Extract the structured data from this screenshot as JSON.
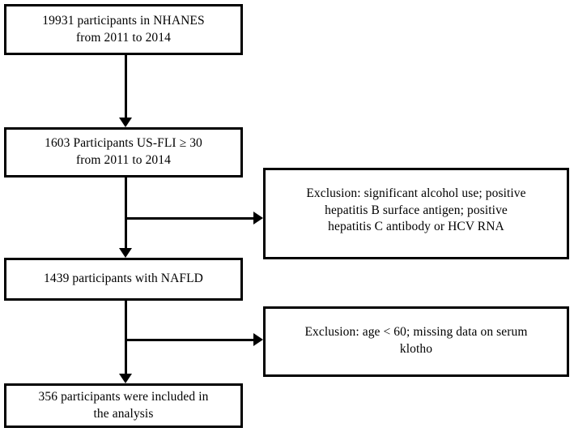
{
  "figure": {
    "kind": "participant-flow-diagram",
    "background_color": "#ffffff",
    "line_color": "#000000",
    "text_color": "#000000"
  },
  "main_nodes": [
    {
      "id": "enrolled",
      "text": "19931 participants in NHANES\nfrom 2011 to 2014",
      "count": 19931
    },
    {
      "id": "usfli",
      "text": "1603 Participants US-FLI ≥ 30\nfrom 2011 to 2014",
      "count": 1603
    },
    {
      "id": "nafld",
      "text": "1439 participants with NAFLD",
      "count": 1439
    },
    {
      "id": "analyzed",
      "text": "356 participants were included in\nthe analysis",
      "count": 356
    }
  ],
  "exclusion_nodes": [
    {
      "id": "exclusion-1",
      "text": "Exclusion: significant alcohol use; positive\nhepatitis B surface antigen; positive\nhepatitis C antibody or HCV RNA"
    },
    {
      "id": "exclusion-2",
      "text": "Exclusion: age < 60; missing data on serum\nklotho"
    }
  ]
}
